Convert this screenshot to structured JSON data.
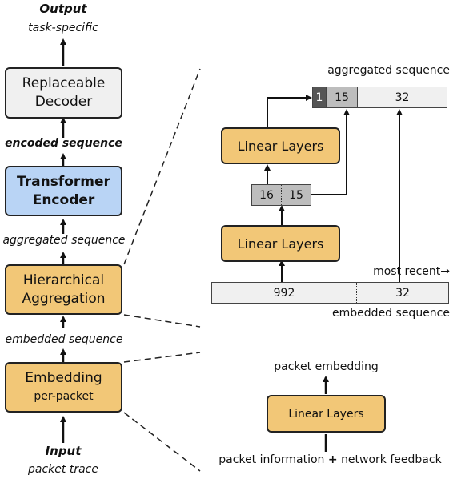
{
  "left": {
    "output_title": "Output",
    "output_sub": "task-specific",
    "decoder": [
      "Replaceable",
      "Decoder"
    ],
    "encoded_sequence": "encoded sequence",
    "encoder": [
      "Transformer",
      "Encoder"
    ],
    "aggregated_sequence": "aggregated sequence",
    "aggregation": [
      "Hierarchical",
      "Aggregation"
    ],
    "embedded_sequence": "embedded sequence",
    "embedding_title": "Embedding",
    "embedding_sub": "per-packet",
    "input_title": "Input",
    "input_sub": "packet trace"
  },
  "agg_panel": {
    "aggregated_sequence": "aggregated sequence",
    "cells_top": [
      "1",
      "15",
      "32"
    ],
    "linear_top": "Linear Layers",
    "cells_mid": [
      "16",
      "15"
    ],
    "linear_bottom": "Linear Layers",
    "most_recent": "most recent→",
    "cells_bottom": [
      "992",
      "32"
    ],
    "embedded_sequence": "embedded sequence"
  },
  "emb_panel": {
    "packet_embedding": "packet embedding",
    "linear": "Linear Layers",
    "input_left": "packet information",
    "plus": "+",
    "input_right": "network feedback"
  },
  "colors": {
    "orange": "#f2c777",
    "blue": "#b9d4f5",
    "grey": "#f0f0f0",
    "panel": "#fbebd0",
    "dark_cell": "#555555",
    "mid_cell": "#bdbdbd"
  }
}
